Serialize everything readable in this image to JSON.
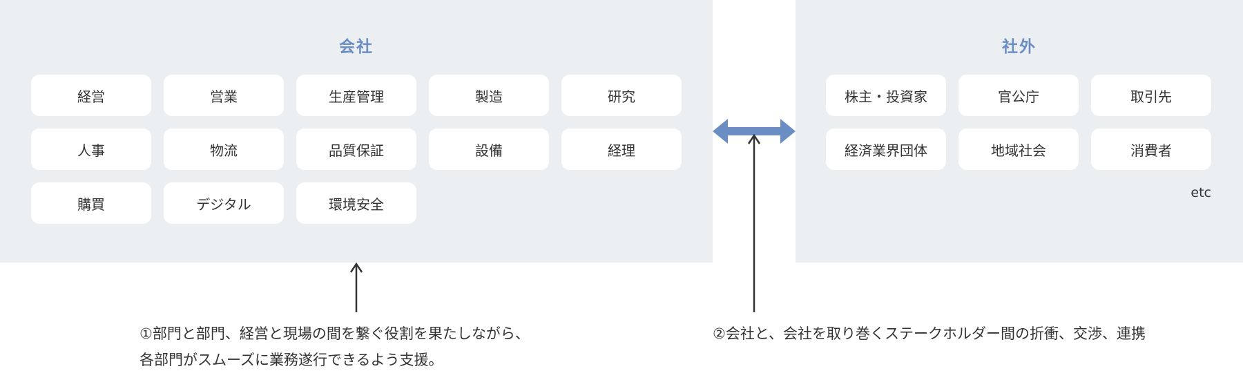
{
  "colors": {
    "panel_background": "#eceff2",
    "title_accent": "#6a8ec4",
    "card_background": "#ffffff",
    "arrow_blue": "#6a8ec4",
    "arrow_black": "#333333"
  },
  "company": {
    "title": "会社",
    "departments": [
      "経営",
      "営業",
      "生産管理",
      "製造",
      "研究",
      "人事",
      "物流",
      "品質保証",
      "設備",
      "経理",
      "購買",
      "デジタル",
      "環境安全"
    ]
  },
  "external": {
    "title": "社外",
    "stakeholders": [
      "株主・投資家",
      "官公庁",
      "取引先",
      "経済業界団体",
      "地域社会",
      "消費者"
    ],
    "etc_label": "etc"
  },
  "notes": {
    "note1_line1": "①部門と部門、経営と現場の間を繋ぐ役割を果たしながら、",
    "note1_line2": "各部門がスムーズに業務遂行できるよう支援。",
    "note2_line1": "②会社と、会社を取り巻くステークホルダー間の折衝、交渉、連携"
  }
}
